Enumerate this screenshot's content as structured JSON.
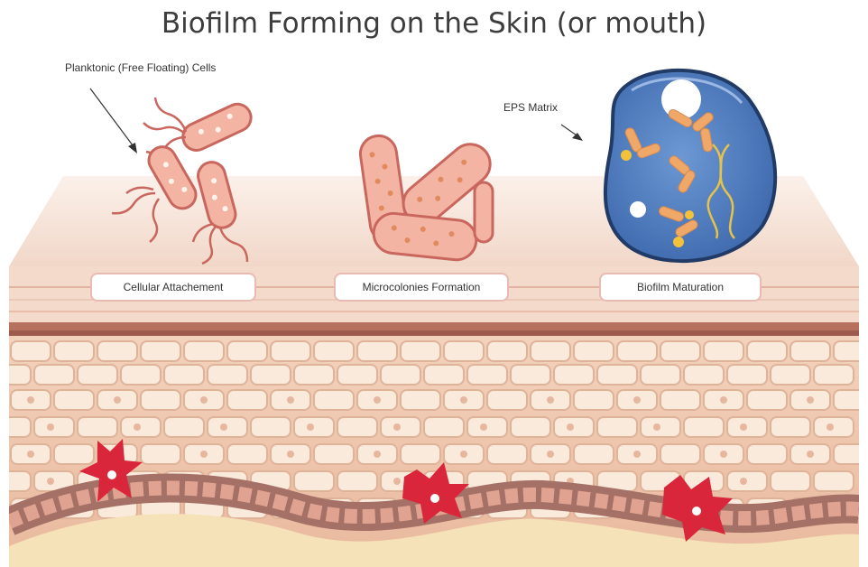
{
  "title": "Biofilm Forming on the Skin (or mouth)",
  "callouts": {
    "planktonic": "Planktonic (Free Floating) Cells",
    "eps": "EPS Matrix"
  },
  "stages": [
    {
      "label": "Cellular Attachement"
    },
    {
      "label": "Microcolonies Formation"
    },
    {
      "label": "Biofilm Maturation"
    }
  ],
  "colors": {
    "skin_surface": "#f7e6dc",
    "cell_fill": "#faeadc",
    "cell_border": "#e2b99d",
    "bacteria_fill": "#f3b4a4",
    "bacteria_outline": "#c9675e",
    "biofilm_blue": "#5b88c8",
    "biofilm_orange": "#f0a868",
    "blood_red": "#d9263a",
    "basal_layer": "#a57066",
    "dermis": "#f5e2b8"
  }
}
